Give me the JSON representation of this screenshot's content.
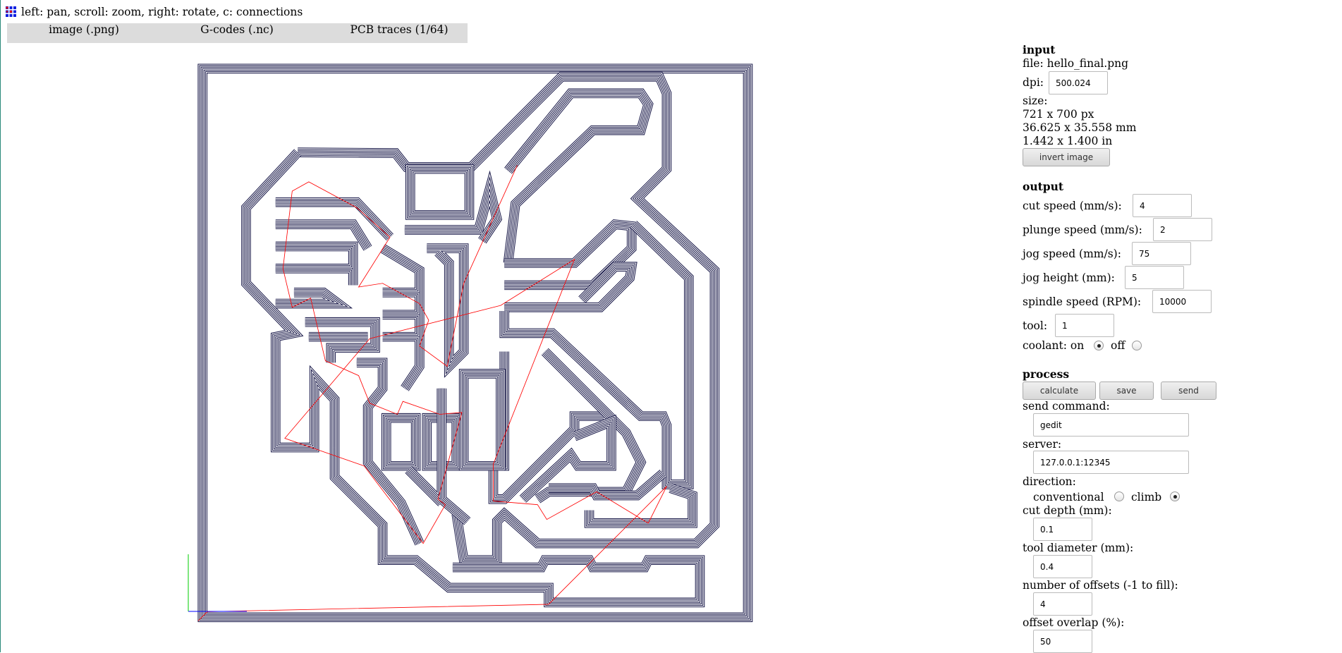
{
  "header": {
    "hint": "left: pan, scroll: zoom, right: rotate, c: connections",
    "tabs": [
      "image (.png)",
      "G-codes (.nc)",
      "PCB traces (1/64)"
    ]
  },
  "input": {
    "title": "input",
    "file": "file: hello_final.png",
    "dpi_label": "dpi:",
    "dpi": "500.024",
    "size_label": "size:",
    "size_px": "721 x 700 px",
    "size_mm": "36.625 x 35.558 mm",
    "size_in": "1.442 x 1.400 in",
    "invert_button": "invert image"
  },
  "output": {
    "title": "output",
    "cut_speed_label": "cut speed (mm/s):",
    "cut_speed": "4",
    "plunge_speed_label": "plunge speed (mm/s):",
    "plunge_speed": "2",
    "jog_speed_label": "jog speed (mm/s):",
    "jog_speed": "75",
    "jog_height_label": "jog height (mm):",
    "jog_height": "5",
    "spindle_speed_label": "spindle speed (RPM):",
    "spindle_speed": "10000",
    "tool_label": "tool:",
    "tool": "1",
    "coolant_label": "coolant: on",
    "coolant_off_label": "off",
    "coolant": "on"
  },
  "process": {
    "title": "process",
    "buttons": [
      "calculate",
      "save",
      "send"
    ],
    "send_command_label": "send command:",
    "send_command": "gedit",
    "server_label": "server:",
    "server": "127.0.0.1:12345",
    "direction_label": "direction:",
    "conventional_label": "conventional",
    "climb_label": "climb",
    "direction": "climb",
    "cut_depth_label": "cut depth (mm):",
    "cut_depth": "0.1",
    "tool_diameter_label": "tool diameter (mm):",
    "tool_diameter": "0.4",
    "offsets_label": "number of offsets (-1 to fill):",
    "offsets": "4",
    "overlap_label": "offset overlap (%):",
    "overlap": "50"
  },
  "colors": {
    "trace": "#1a1a4a",
    "connection": "#ff0000",
    "axis_x": "#0000ff",
    "axis_y": "#00cc00",
    "tabbar": "#dcdcdc"
  }
}
